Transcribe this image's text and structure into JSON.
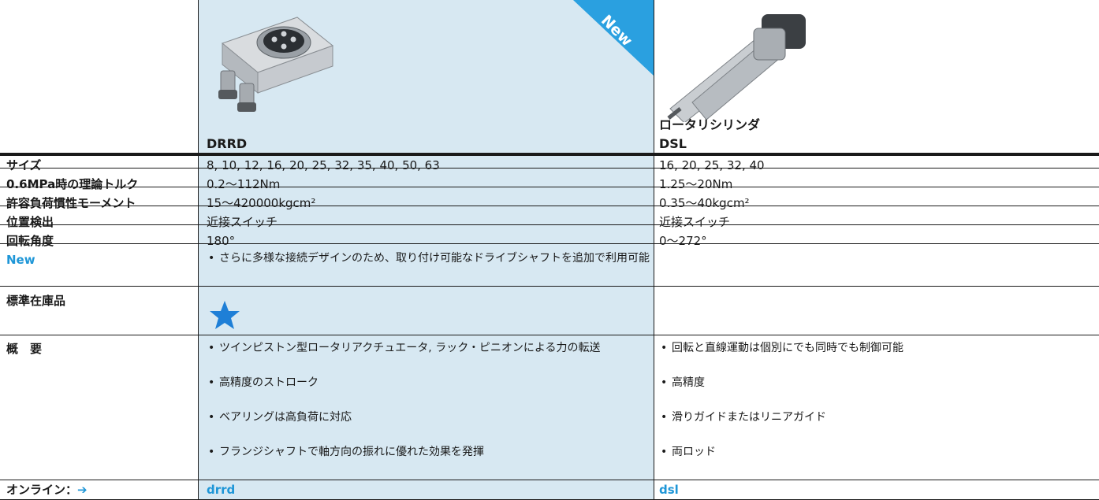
{
  "header": {
    "drrd": {
      "name": "DRRD",
      "badge": "New"
    },
    "dsl": {
      "subtitle": "ロータリシリンダ",
      "name": "DSL"
    }
  },
  "rows": {
    "size": {
      "label": "サイズ",
      "drrd": "8, 10, 12, 16, 20, 25, 32, 35, 40, 50, 63",
      "dsl": "16, 20, 25, 32, 40"
    },
    "torque": {
      "label": "0.6MPa時の理論トルク",
      "drrd": "0.2～112Nm",
      "dsl": "1.25～20Nm"
    },
    "inertia": {
      "label": "許容負荷慣性モーメント",
      "drrd": "15～420000kgcm²",
      "dsl": "0.35～40kgcm²"
    },
    "position": {
      "label": "位置検出",
      "drrd": "近接スイッチ",
      "dsl": "近接スイッチ"
    },
    "angle": {
      "label": "回転角度",
      "drrd": "180°",
      "dsl": "0～272°"
    },
    "new": {
      "label": "New",
      "drrd": [
        "さらに多様な接続デザインのため、取り付け可能なドライブシャフトを追加で利用可能"
      ]
    },
    "stock": {
      "label": "標準在庫品",
      "drrd_icon": "star-icon"
    },
    "overview": {
      "label": "概　要",
      "drrd": [
        "ツインピストン型ロータリアクチュエータ, ラック・ピニオンによる力の転送",
        "高精度のストローク",
        "ベアリングは高負荷に対応",
        "フランジシャフトで軸方向の振れに優れた効果を発揮"
      ],
      "dsl": [
        "回転と直線運動は個別にでも同時でも制御可能",
        "高精度",
        "滑りガイドまたはリニアガイド",
        "両ロッド"
      ]
    },
    "online": {
      "label": "オンライン：",
      "arrow_icon": "arrow-right-icon",
      "drrd": "drrd",
      "dsl": "dsl"
    }
  },
  "colors": {
    "accent": "#1e96d7",
    "drrd_background": "#d7e8f2",
    "rule": "#1a1a1a"
  }
}
